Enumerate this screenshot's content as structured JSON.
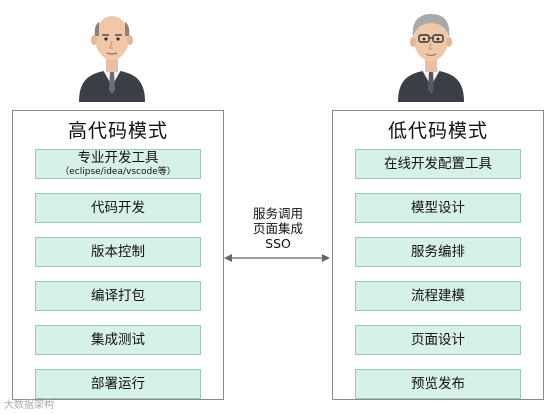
{
  "left": {
    "title": "高代码模式",
    "items": [
      {
        "label": "专业开发工具",
        "sub": "（eclipse/idea/vscode等）"
      },
      {
        "label": "代码开发"
      },
      {
        "label": "版本控制"
      },
      {
        "label": "编译打包"
      },
      {
        "label": "集成测试"
      },
      {
        "label": "部署运行"
      }
    ]
  },
  "right": {
    "title": "低代码模式",
    "items": [
      {
        "label": "在线开发配置工具"
      },
      {
        "label": "模型设计"
      },
      {
        "label": "服务编排"
      },
      {
        "label": "流程建模"
      },
      {
        "label": "页面设计"
      },
      {
        "label": "预览发布"
      }
    ]
  },
  "middle": {
    "lines": [
      "服务调用",
      "页面集成",
      "SSO"
    ]
  },
  "watermark": "大数据架构",
  "colors": {
    "item_fill": "#d6f1e5",
    "item_border": "#9bcab4",
    "panel_border": "#8a8a8a",
    "suit": "#3a3f45"
  },
  "icons": {
    "left_person": "bald-businessman-icon",
    "right_person": "businessman-with-glasses-icon",
    "connector": "double-headed-arrow-icon"
  }
}
